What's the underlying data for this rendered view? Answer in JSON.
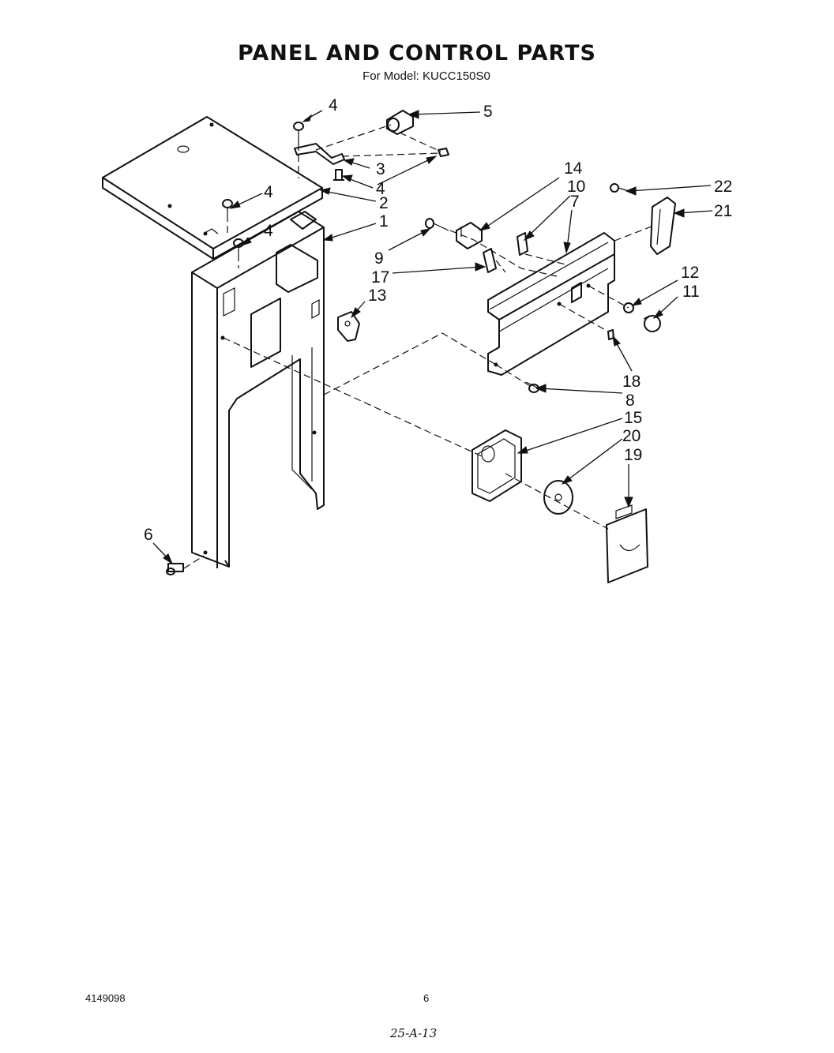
{
  "header": {
    "title": "PANEL  AND CONTROL PARTS",
    "subtitle": "For Model: KUCC150S0"
  },
  "callouts": [
    {
      "id": "c4a",
      "text": "4"
    },
    {
      "id": "c5",
      "text": "5"
    },
    {
      "id": "c3",
      "text": "3"
    },
    {
      "id": "c4b",
      "text": "4"
    },
    {
      "id": "c4c",
      "text": "4"
    },
    {
      "id": "c2",
      "text": "2"
    },
    {
      "id": "c4d",
      "text": "4"
    },
    {
      "id": "c1",
      "text": "1"
    },
    {
      "id": "c14",
      "text": "14"
    },
    {
      "id": "c10",
      "text": "10"
    },
    {
      "id": "c7",
      "text": "7"
    },
    {
      "id": "c22",
      "text": "22"
    },
    {
      "id": "c21",
      "text": "21"
    },
    {
      "id": "c9",
      "text": "9"
    },
    {
      "id": "c17",
      "text": "17"
    },
    {
      "id": "c13",
      "text": "13"
    },
    {
      "id": "c12",
      "text": "12"
    },
    {
      "id": "c11",
      "text": "11"
    },
    {
      "id": "c18",
      "text": "18"
    },
    {
      "id": "c8",
      "text": "8"
    },
    {
      "id": "c15",
      "text": "15"
    },
    {
      "id": "c20",
      "text": "20"
    },
    {
      "id": "c19",
      "text": "19"
    },
    {
      "id": "c6",
      "text": "6"
    }
  ],
  "footer": {
    "doc_number": "4149098",
    "page_number": "6",
    "handwritten_note": "25-A-13"
  }
}
